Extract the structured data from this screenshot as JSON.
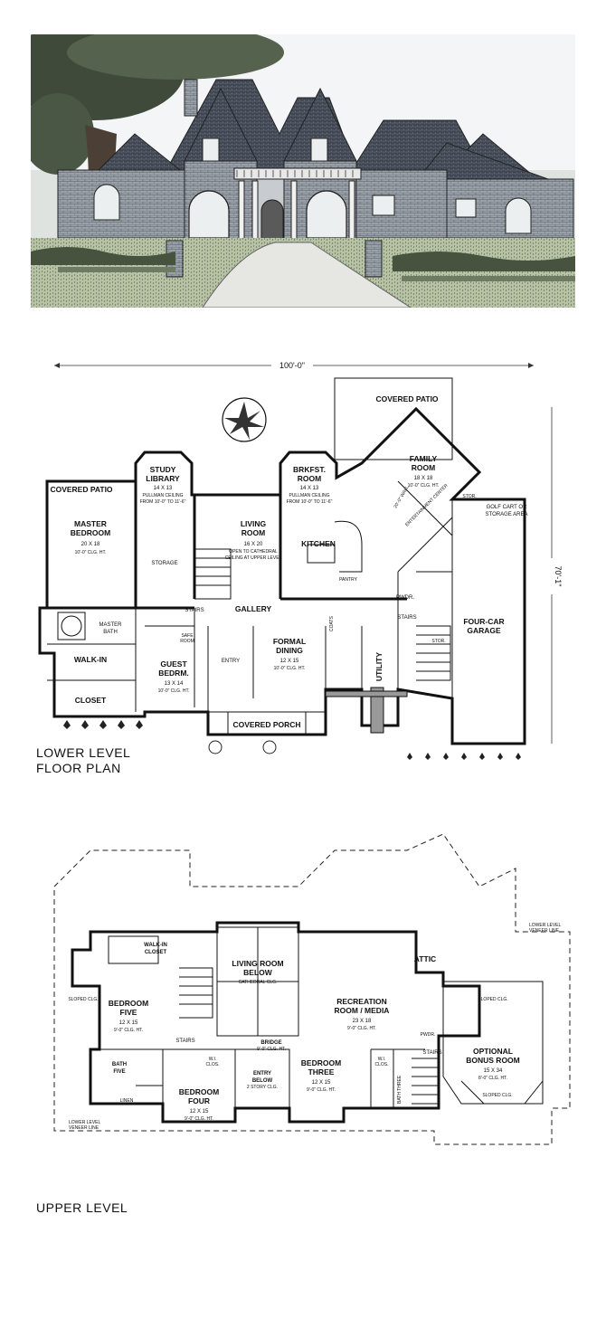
{
  "overall_width": "100'-0\"",
  "overall_depth": "70'-1\"",
  "lower_level": {
    "title_line1": "LOWER LEVEL",
    "title_line2": "FLOOR PLAN",
    "rooms": {
      "covered_patio_left": "COVERED PATIO",
      "covered_patio_top": "COVERED PATIO",
      "study_name1": "STUDY",
      "study_name2": "LIBRARY",
      "study_size": "14 X 13",
      "study_note1": "PULLMAN CEILING",
      "study_note2": "FROM 10'-0\" TO 11'-6\"",
      "master_name1": "MASTER",
      "master_name2": "BEDROOM",
      "master_size": "20 X 18",
      "master_note": "10'-0\" CLG. HT.",
      "living_name1": "LIVING",
      "living_name2": "ROOM",
      "living_size": "16 X 20",
      "living_note1": "OPEN TO CATHEDRAL",
      "living_note2": "CEILING AT UPPER LEVEL",
      "brkfst_name1": "BRKFST.",
      "brkfst_name2": "ROOM",
      "brkfst_size": "14 X 13",
      "brkfst_note1": "PULLMAN CEILING",
      "brkfst_note2": "FROM 10'-0\" TO 11'-6\"",
      "kitchen": "KITCHEN",
      "family_name1": "FAMILY",
      "family_name2": "ROOM",
      "family_size": "18 X 18",
      "family_note": "10'-0\" CLG. HT.",
      "golf_cart1": "GOLF CART OR",
      "golf_cart2": "STORAGE AREA",
      "stor_top": "STOR.",
      "storage": "STORAGE",
      "pantry": "PANTRY",
      "gallery": "GALLERY",
      "stairs_left": "STAIRS",
      "stairs_right": "STAIRS",
      "master_bath1": "MASTER",
      "master_bath2": "BATH",
      "walkin1": "WALK-IN",
      "walkin2": "CLOSET",
      "safe_room1": "SAFE",
      "safe_room2": "ROOM",
      "guest_name": "GUEST",
      "guest_name2": "BEDRM.",
      "guest_size": "13 X 14",
      "guest_note": "10'-0\" CLG. HT.",
      "entry": "ENTRY",
      "formal_name1": "FORMAL",
      "formal_name2": "DINING",
      "formal_size": "12 X 15",
      "formal_note": "10'-0\" CLG. HT.",
      "utility": "UTILITY",
      "pwdr": "PWDR.",
      "stor_right": "STOR.",
      "garage1": "FOUR-CAR",
      "garage2": "GARAGE",
      "covered_porch": "COVERED PORCH",
      "coats": "COATS",
      "ent_center": "ENTERTAINMENT CENTER",
      "wall_note": "20'-0\" WALL"
    }
  },
  "upper_level": {
    "title": "UPPER LEVEL",
    "rooms": {
      "walkin1": "WALK-IN",
      "walkin2": "CLOSET",
      "living_below1": "LIVING ROOM",
      "living_below2": "BELOW",
      "living_below_note": "CATHEDRAL CLG.",
      "attic": "ATTIC",
      "lower_level_veneer1": "LOWER LEVEL",
      "lower_level_veneer2": "VENEER LINE",
      "bed5_name1": "BEDROOM",
      "bed5_name2": "FIVE",
      "bed5_size": "12 X 15",
      "bed5_note": "9'-0\" CLG. HT.",
      "sloped_left": "SLOPED CLG.",
      "rec_name1": "RECREATION",
      "rec_name2": "ROOM / MEDIA",
      "rec_size": "23 X 18",
      "rec_note": "9'-0\" CLG. HT.",
      "stairs_left": "STAIRS",
      "bridge": "BRIDGE",
      "bridge_note": "9'-0\" CLG. HT.",
      "pwdr": "PWDR.",
      "bonus_name1": "OPTIONAL",
      "bonus_name2": "BONUS ROOM",
      "bonus_size": "15 X 34",
      "bonus_note": "8'-0\" CLG. HT.",
      "sloped_top": "SLOPED CLG.",
      "sloped_bottom": "SLOPED CLG.",
      "bath_five1": "BATH",
      "bath_five2": "FIVE",
      "linen": "LINEN",
      "wi_clos_left1": "W.I.",
      "wi_clos_left2": "CLOS.",
      "entry_below1": "ENTRY",
      "entry_below2": "BELOW",
      "entry_below_note": "2 STORY CLG.",
      "bed3_name1": "BEDROOM",
      "bed3_name2": "THREE",
      "bed3_size": "12 X 15",
      "bed3_note": "9'-0\" CLG. HT.",
      "wi_clos_right1": "W.I.",
      "wi_clos_right2": "CLOS.",
      "bath_three": "BATH THREE",
      "stairs_right": "STAIRS",
      "bed4_name1": "BEDROOM",
      "bed4_name2": "FOUR",
      "bed4_size": "12 X 15",
      "bed4_note": "9'-0\" CLG. HT."
    }
  }
}
